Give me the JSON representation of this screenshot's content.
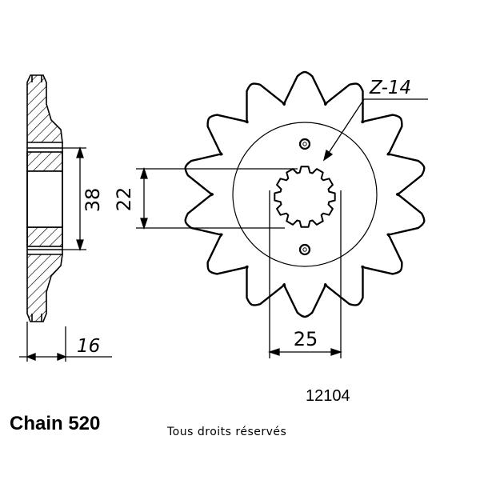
{
  "sprocket": {
    "teeth_label": "Z-14",
    "teeth_count": 14,
    "bore_dimension": "22",
    "hub_dimension": "38",
    "width_dimension": "16",
    "spline_dimension": "25"
  },
  "part_number": "12104",
  "chain_label": "Chain 520",
  "copyright": "Tous droits réservés"
}
